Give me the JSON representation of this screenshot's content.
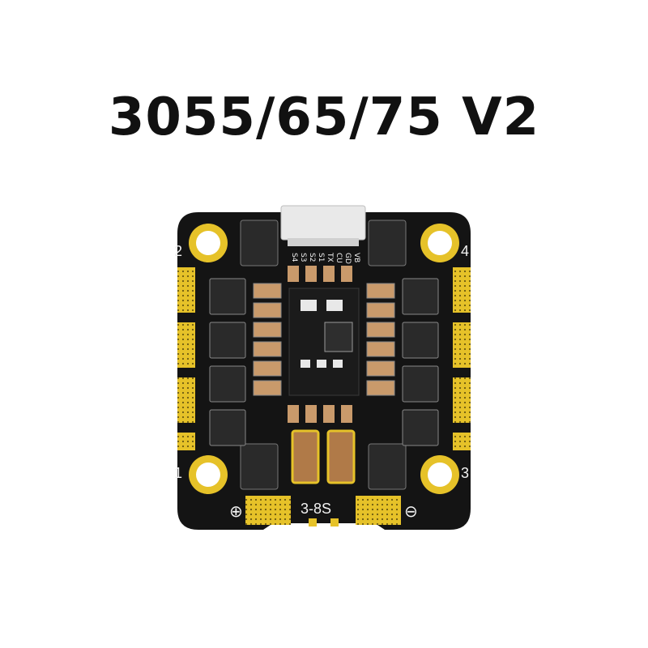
{
  "title": "3055/65/75 V2",
  "board": {
    "corner_labels": [
      "2",
      "4",
      "1",
      "3"
    ],
    "signal_labels": [
      "S4",
      "S3",
      "S2",
      "S1",
      "TX",
      "CU",
      "GD",
      "VB"
    ],
    "voltage_label": "3-8S",
    "plus_symbol": "⊕",
    "minus_symbol": "⊖"
  },
  "colors": {
    "pcb": "#141414",
    "gold": "#e6c229",
    "copper": "#c99a6b",
    "white_print": "#f2f2f2"
  }
}
